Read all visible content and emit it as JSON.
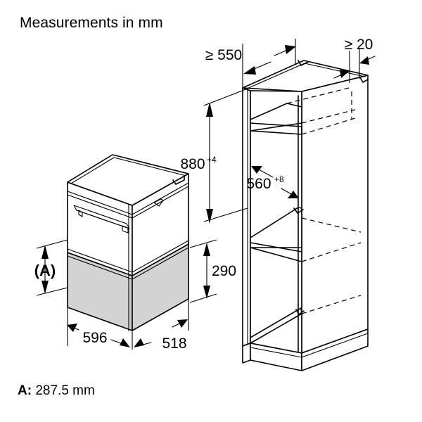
{
  "page": {
    "title": "Measurements in mm",
    "footer_label": "A:",
    "footer_value": "287.5 mm",
    "background_color": "#ffffff",
    "line_color": "#000000",
    "shade_color": "#d3d3d3"
  },
  "dimensions": {
    "niche_depth": {
      "label": "≥ 550",
      "name": "niche-depth"
    },
    "rear_gap": {
      "label": "≥ 20",
      "name": "rear-ventilation-gap"
    },
    "niche_height": {
      "label": "880",
      "superscript": "+4",
      "name": "niche-height"
    },
    "niche_width": {
      "label": "560",
      "superscript": "+8",
      "name": "niche-width"
    },
    "appliance_height_lower": {
      "label": "290",
      "name": "appliance-lower-height"
    },
    "appliance_width": {
      "label": "596",
      "name": "appliance-width"
    },
    "appliance_depth": {
      "label": "518",
      "name": "appliance-depth"
    },
    "variable_height": {
      "label": "(A)",
      "name": "variable-height-a"
    }
  },
  "objects": {
    "appliance": "built-in-oven-isometric",
    "cabinet": "tall-kitchen-cabinet-niche-isometric"
  }
}
